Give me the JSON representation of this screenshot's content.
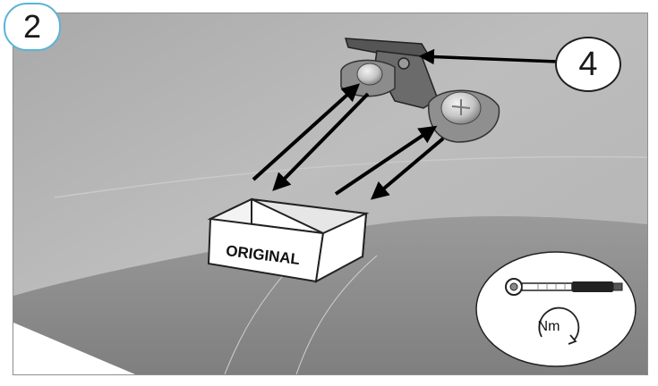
{
  "step": {
    "number": "2"
  },
  "callout": {
    "number": "4"
  },
  "box": {
    "label": "ORIGINAL"
  },
  "torque": {
    "unit": "Nm"
  },
  "colors": {
    "badge_border": "#5ab3d8",
    "surface_light": "#b9b9b9",
    "surface_dark": "#8a8a8a",
    "arrow": "#000000"
  },
  "icons": {
    "step": "step-number-circle",
    "parts": "bracket-and-bolts",
    "box": "parts-box-icon",
    "wrench": "torque-wrench-icon",
    "rotation": "rotation-arrow-icon"
  }
}
